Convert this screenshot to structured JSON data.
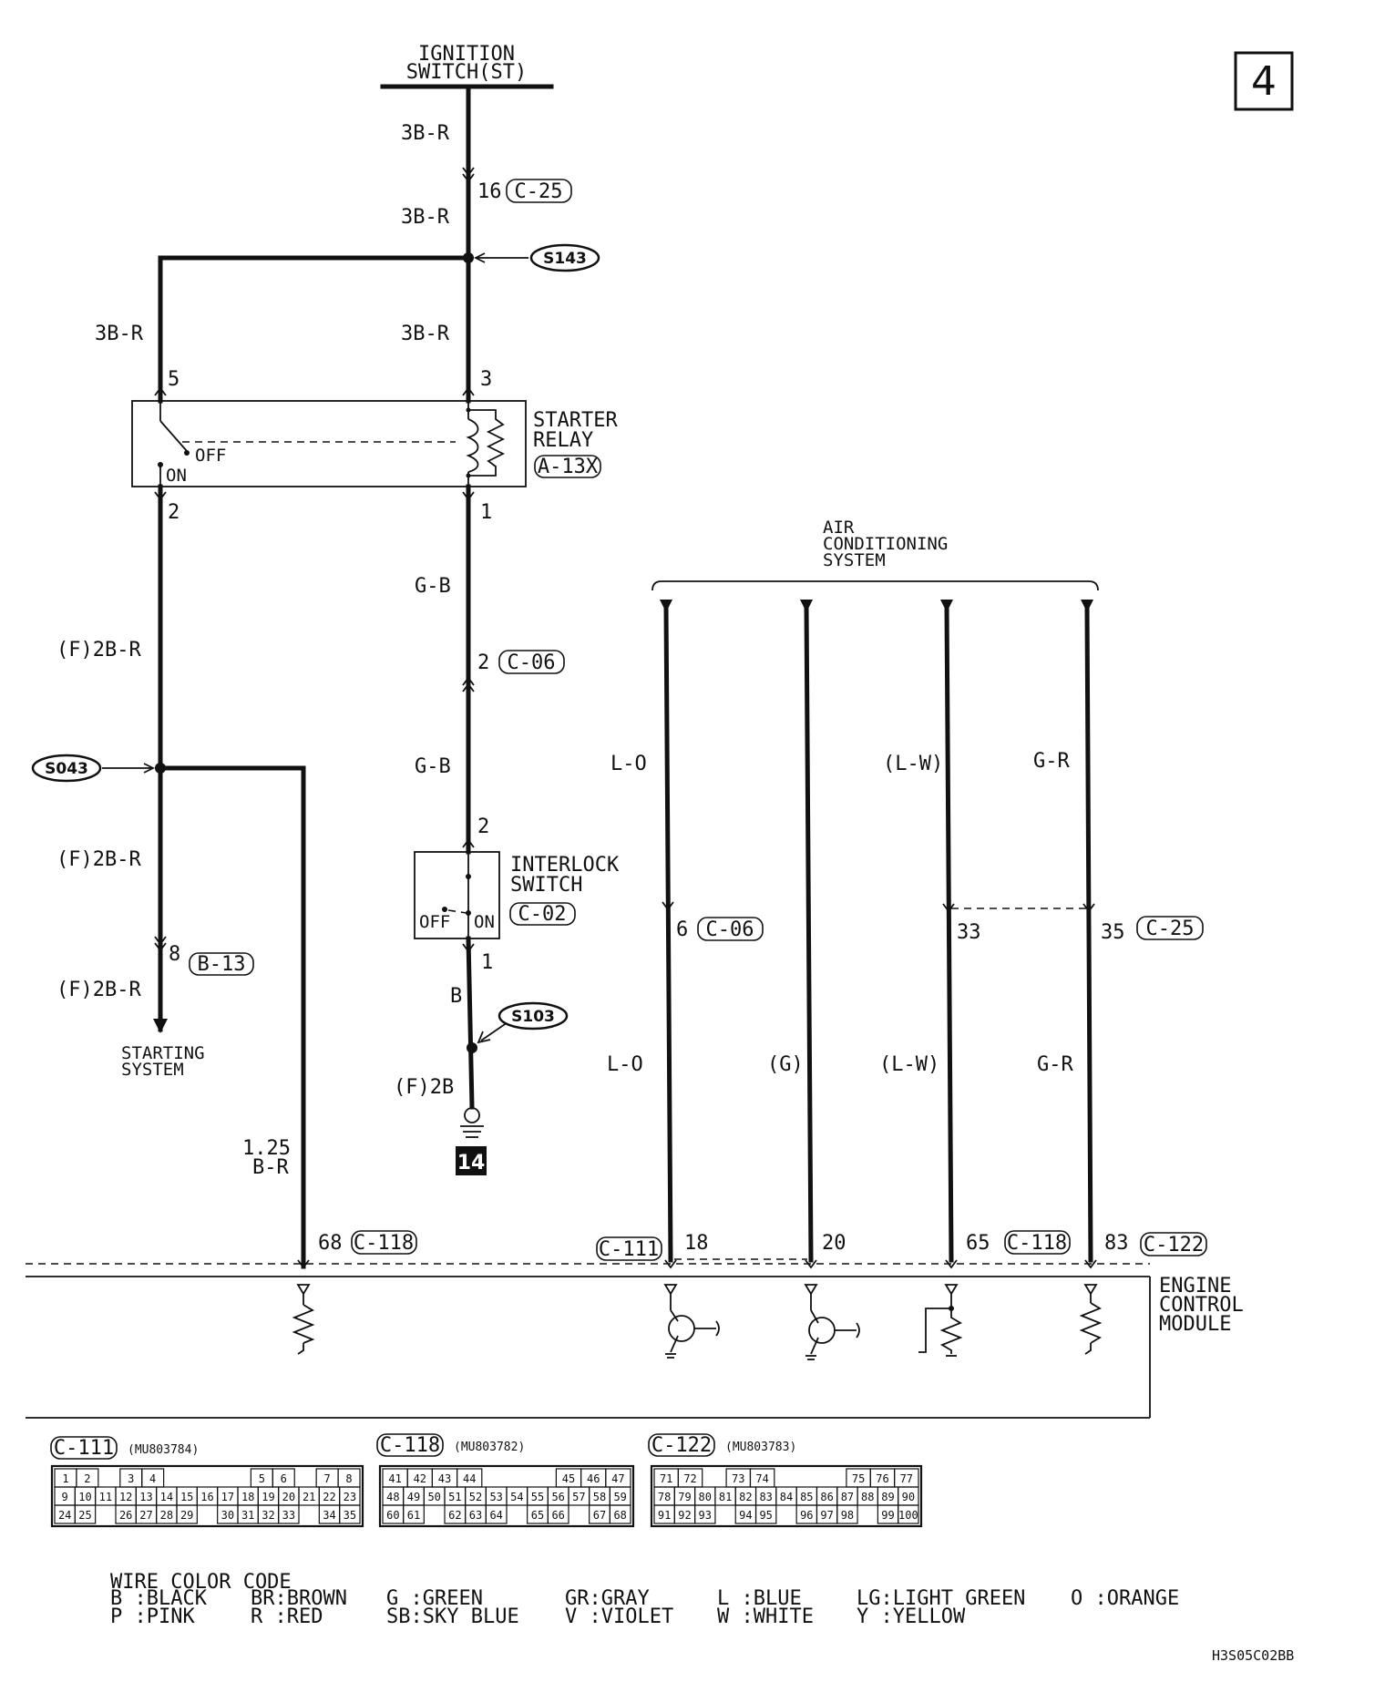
{
  "page_number": "4",
  "drawing_code": "H3S05C02BB",
  "ignition": {
    "line1": "IGNITION",
    "line2": "SWITCH(ST)"
  },
  "wires": {
    "w_3br_top": "3B-R",
    "w_3br_mid": "3B-R",
    "w_3br_left": "3B-R",
    "w_3br_right": "3B-R",
    "w_f2br_1": "(F)2B-R",
    "w_f2br_2": "(F)2B-R",
    "w_f2br_3": "(F)2B-R",
    "w_gb_1": "G-B",
    "w_gb_2": "G-B",
    "w_b": "B",
    "w_f2b": "(F)2B",
    "w_125": "1.25",
    "w_br": "B-R",
    "w_lo_1": "L-O",
    "w_lo_2": "L-O",
    "w_g": "(G)",
    "w_lw_1": "(L-W)",
    "w_lw_2": "(L-W)",
    "w_gr_1": "G-R",
    "w_gr_2": "G-R"
  },
  "pins": {
    "p16": "16",
    "p5": "5",
    "p3": "3",
    "p2": "2",
    "p1": "1",
    "p2b": "2",
    "p2c": "2",
    "p1b": "1",
    "p8": "8",
    "p6": "6",
    "p33": "33",
    "p35": "35",
    "p68": "68",
    "p18": "18",
    "p20": "20",
    "p65": "65",
    "p83": "83"
  },
  "connectors": {
    "c25a": "C-25",
    "a13x": "A-13X",
    "c06a": "C-06",
    "c02": "C-02",
    "b13": "B-13",
    "c06b": "C-06",
    "c25b": "C-25",
    "c118a": "C-118",
    "c111a": "C-111",
    "c118b": "C-118",
    "c122a": "C-122"
  },
  "splices": {
    "s143": "S143",
    "s043": "S043",
    "s103": "S103"
  },
  "ground_number": "14",
  "starter_relay": {
    "line1": "STARTER",
    "line2": "RELAY",
    "off": "OFF",
    "on": "ON"
  },
  "interlock": {
    "line1": "INTERLOCK",
    "line2": "SWITCH",
    "off": "OFF",
    "on": "ON"
  },
  "starting_system": {
    "line1": "STARTING",
    "line2": "SYSTEM"
  },
  "ac_system": {
    "line1": "AIR",
    "line2": "CONDITIONING",
    "line3": "SYSTEM"
  },
  "ecm": {
    "line1": "ENGINE",
    "line2": "CONTROL",
    "line3": "MODULE"
  },
  "connector_tables": [
    {
      "name": "C-111",
      "part": "(MU803784)",
      "rows": [
        [
          "1",
          "2",
          "",
          "3",
          "4",
          "",
          "",
          "",
          "",
          "5",
          "6",
          "",
          "7",
          "8"
        ],
        [
          "9",
          "10",
          "11",
          "12",
          "13",
          "14",
          "15",
          "16",
          "17",
          "18",
          "19",
          "20",
          "21",
          "22",
          "23"
        ],
        [
          "24",
          "25",
          "",
          "26",
          "27",
          "28",
          "29",
          "",
          "30",
          "31",
          "32",
          "33",
          "",
          "34",
          "35"
        ]
      ]
    },
    {
      "name": "C-118",
      "part": "(MU803782)",
      "rows": [
        [
          "41",
          "42",
          "43",
          "44",
          "",
          "",
          "",
          "45",
          "46",
          "47"
        ],
        [
          "48",
          "49",
          "50",
          "51",
          "52",
          "53",
          "54",
          "55",
          "56",
          "57",
          "58",
          "59"
        ],
        [
          "60",
          "61",
          "",
          "62",
          "63",
          "64",
          "",
          "65",
          "66",
          "",
          "67",
          "68"
        ]
      ]
    },
    {
      "name": "C-122",
      "part": "(MU803783)",
      "rows": [
        [
          "71",
          "72",
          "",
          "73",
          "74",
          "",
          "",
          "",
          "75",
          "76",
          "77"
        ],
        [
          "78",
          "79",
          "80",
          "81",
          "82",
          "83",
          "84",
          "85",
          "86",
          "87",
          "88",
          "89",
          "90"
        ],
        [
          "91",
          "92",
          "93",
          "",
          "94",
          "95",
          "",
          "96",
          "97",
          "98",
          "",
          "99",
          "100"
        ]
      ]
    }
  ],
  "color_code": {
    "title": "WIRE COLOR CODE",
    "entries": [
      "B :BLACK",
      "BR:BROWN",
      "G :GREEN",
      "GR:GRAY",
      "L :BLUE",
      "LG:LIGHT GREEN",
      "O :ORANGE",
      "P :PINK",
      "R :RED",
      "SB:SKY BLUE",
      "V :VIOLET",
      "W :WHITE",
      "Y :YELLOW"
    ]
  }
}
